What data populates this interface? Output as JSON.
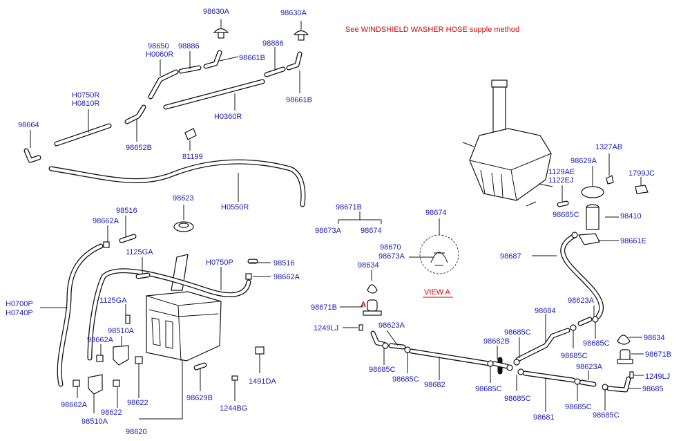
{
  "note": "See WINDSHIELD WASHER HOSE supple method",
  "view_label": "VIEW A",
  "marker_a": "A",
  "labels": {
    "l98630a_1": "98630A",
    "l98630a_2": "98630A",
    "l98650": "98650",
    "lh0060r": "H0060R",
    "l98886_1": "98886",
    "l98886_2": "98886",
    "l98661b_1": "98661B",
    "l98661b_2": "98661B",
    "lh0750r": "H0750R",
    "lh0810r": "H0810R",
    "lh0360r": "H0360R",
    "l98664": "98664",
    "l98652b": "98652B",
    "l81199": "81199",
    "l98623_top": "98623",
    "lh0550r": "H0550R",
    "l98516_1": "98516",
    "l98662a_1": "98662A",
    "l1125ga_1": "1125GA",
    "lh0750p": "H0750P",
    "l98516_2": "98516",
    "l98662a_2": "98662A",
    "lh0700p": "H0700P",
    "lh0740p": "H0740P",
    "l1125ga_2": "1125GA",
    "l98510a_1": "98510A",
    "l98662a_3": "98662A",
    "l98662a_4": "98662A",
    "l98510a_2": "98510A",
    "l98622_1": "98622",
    "l98622_2": "98622",
    "l98620": "98620",
    "l98629b": "98629B",
    "l1244bg": "1244BG",
    "l1491da": "1491DA",
    "l98671b_top": "98671B",
    "l98673a_1": "98673A",
    "l98674_1": "98674",
    "l98674_2": "98674",
    "l98670": "98670",
    "l98673a_2": "98673A",
    "l98634_1": "98634",
    "l98671b_2": "98671B",
    "l1249lj_1": "1249LJ",
    "l98623a_1": "98623A",
    "l98685c_1": "98685C",
    "l98685c_2": "98685C",
    "l98682": "98682",
    "l98682b": "98682B",
    "l98685c_3": "98685C",
    "l98685c_4": "98685C",
    "l98685c_5": "98685C",
    "l98681": "98681",
    "l98684": "98684",
    "l98623a_2": "98623A",
    "l98685c_6": "98685C",
    "l98685c_7": "98685C",
    "l98623a_3": "98623A",
    "l98685c_8": "98685C",
    "l98685c_9": "98685C",
    "l98685": "98685",
    "l1249lj_2": "1249LJ",
    "l98671b_3": "98671B",
    "l98634_2": "98634",
    "l98687": "98687",
    "l98685c_10": "98685C",
    "l98661e": "98661E",
    "l98410": "98410",
    "l98629a": "98629A",
    "l1327ab": "1327AB",
    "l1799jc": "1799JC",
    "l1129ae": "1129AE",
    "l1122ej": "1122EJ"
  }
}
